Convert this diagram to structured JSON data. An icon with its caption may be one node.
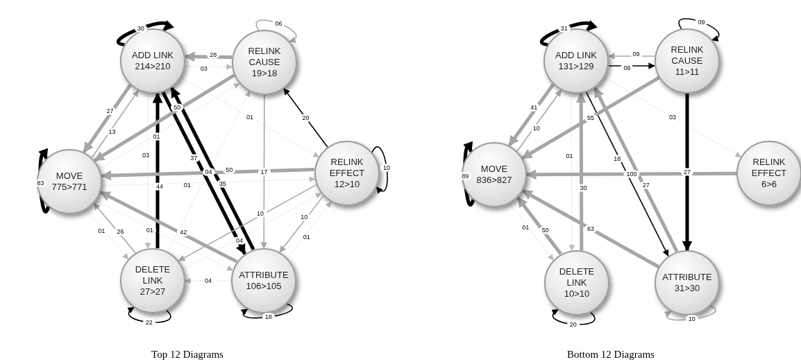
{
  "diagram": {
    "nodes": [
      {
        "text": [
          "ADD LINK",
          "214>210"
        ]
      },
      {
        "text": [
          "RELINK CAUSE",
          "19>18"
        ]
      },
      {
        "text": [
          "MOVE",
          "775>771"
        ]
      },
      {
        "text": [
          "RELINK EFFECT",
          "12>10"
        ]
      },
      {
        "text": [
          "DELETE LINK",
          "27>27"
        ]
      },
      {
        "text": [
          "ATTRIBUTE",
          "106>105"
        ]
      },
      {
        "text": [
          "ADD LINK",
          "131>129"
        ]
      },
      {
        "text": [
          "RELINK CAUSE",
          "11>11"
        ]
      },
      {
        "text": [
          "MOVE",
          "836>827"
        ]
      },
      {
        "text": [
          "RELINK EFFECT",
          "6>6"
        ]
      },
      {
        "text": [
          "DELETE LINK",
          "10>10"
        ]
      },
      {
        "text": [
          "ATTRIBUTE",
          "31>30"
        ]
      }
    ],
    "edges": [
      {
        "from": 0,
        "to": 0,
        "arrow": "to",
        "label": "30",
        "style": "thick",
        "color": "#000000"
      },
      {
        "from": 1,
        "to": 1,
        "arrow": "to",
        "label": "06"
      },
      {
        "from": 0,
        "to": 1,
        "arrow": "to",
        "label": "03",
        "style": "dashed"
      },
      {
        "from": 1,
        "to": 0,
        "arrow": "to",
        "label": "28",
        "style": "thick"
      },
      {
        "from": 2,
        "to": 0,
        "arrow": "to",
        "label": "13"
      },
      {
        "from": 0,
        "to": 2,
        "arrow": "to",
        "label": "27",
        "style": "thick"
      },
      {
        "from": 4,
        "to": 0,
        "arrow": "to",
        "label": "44",
        "style": "thick",
        "color": "#000000"
      },
      {
        "from": 5,
        "to": 0,
        "arrow": "to",
        "label": "35",
        "style": "thick",
        "color": "#000000"
      },
      {
        "from": 0,
        "to": 5,
        "arrow": "to",
        "label": "37",
        "style": "thick",
        "color": "#000000"
      },
      {
        "from": 2,
        "to": 1,
        "arrow": "to",
        "label": "01",
        "style": "dashed"
      },
      {
        "from": 1,
        "to": 2,
        "arrow": "to",
        "label": "50",
        "style": "thick"
      },
      {
        "from": 3,
        "to": 1,
        "arrow": "to",
        "label": "20",
        "color": "#000000"
      },
      {
        "from": 0,
        "to": 3,
        "arrow": "to",
        "label": "01",
        "style": "dashed"
      },
      {
        "from": 4,
        "to": 1,
        "arrow": "to",
        "label": "04",
        "style": "dashed"
      },
      {
        "from": 2,
        "to": 2,
        "arrow": "to",
        "label": "83",
        "style": "thick",
        "color": "#000000"
      },
      {
        "from": 3,
        "to": 2,
        "arrow": "to",
        "label": "50",
        "style": "thick"
      },
      {
        "from": 2,
        "to": 3,
        "arrow": "to",
        "label": "01",
        "style": "dashed"
      },
      {
        "from": 3,
        "to": 3,
        "arrow": "to",
        "label": "10",
        "color": "#000000"
      },
      {
        "from": 1,
        "to": 5,
        "arrow": "to",
        "label": "17"
      },
      {
        "from": 5,
        "to": 2,
        "arrow": "to",
        "label": "42",
        "style": "thick"
      },
      {
        "from": 0,
        "to": 4,
        "arrow": "to",
        "label": "03",
        "style": "dashed"
      },
      {
        "from": 3,
        "to": 4,
        "arrow": "to",
        "label": "10"
      },
      {
        "from": 4,
        "to": 3,
        "arrow": "to",
        "label": "04",
        "style": "dashed"
      },
      {
        "from": 2,
        "to": 5,
        "arrow": "to",
        "label": "01",
        "style": "dashed"
      },
      {
        "from": 2,
        "to": 4,
        "arrow": "to",
        "label": "01",
        "style": "dashed"
      },
      {
        "from": 4,
        "to": 2,
        "arrow": "to",
        "label": "26"
      },
      {
        "from": 5,
        "to": 3,
        "arrow": "to",
        "label": "01",
        "style": "dashed"
      },
      {
        "from": 3,
        "to": 5,
        "arrow": "to",
        "label": "10"
      },
      {
        "from": 5,
        "to": 4,
        "arrow": "to",
        "label": "04",
        "style": "dashed"
      },
      {
        "from": 4,
        "to": 4,
        "arrow": "to",
        "label": "22",
        "color": "#000000"
      },
      {
        "from": 5,
        "to": 5,
        "arrow": "to",
        "label": "18",
        "color": "#000000"
      },
      {
        "from": 6,
        "to": 6,
        "arrow": "to",
        "label": "31",
        "style": "thick",
        "color": "#000000"
      },
      {
        "from": 7,
        "to": 7,
        "arrow": "to",
        "label": "09",
        "color": "#000000"
      },
      {
        "from": 6,
        "to": 7,
        "arrow": "to",
        "label": "06",
        "color": "#000000"
      },
      {
        "from": 7,
        "to": 6,
        "arrow": "to",
        "label": "09"
      },
      {
        "from": 6,
        "to": 9,
        "arrow": "to",
        "label": "03",
        "style": "dashed"
      },
      {
        "from": 8,
        "to": 6,
        "arrow": "to",
        "label": "10"
      },
      {
        "from": 6,
        "to": 8,
        "arrow": "to",
        "label": "41",
        "style": "thick"
      },
      {
        "from": 10,
        "to": 6,
        "arrow": "to",
        "label": "30",
        "style": "thick"
      },
      {
        "from": 11,
        "to": 6,
        "arrow": "to",
        "label": "27",
        "style": "thick"
      },
      {
        "from": 6,
        "to": 11,
        "arrow": "to",
        "label": "18",
        "color": "#000000"
      },
      {
        "from": 7,
        "to": 8,
        "arrow": "to",
        "label": "55",
        "style": "thick"
      },
      {
        "from": 9,
        "to": 8,
        "arrow": "to",
        "label": "100",
        "style": "thick"
      },
      {
        "from": 7,
        "to": 11,
        "arrow": "to",
        "label": "27",
        "style": "thick",
        "color": "#000000"
      },
      {
        "from": 11,
        "to": 8,
        "arrow": "to",
        "label": "63",
        "style": "thick"
      },
      {
        "from": 6,
        "to": 10,
        "arrow": "to",
        "label": "01",
        "style": "dashed"
      },
      {
        "from": 8,
        "to": 10,
        "arrow": "to",
        "label": "01",
        "style": "dashed"
      },
      {
        "from": 10,
        "to": 8,
        "arrow": "to",
        "label": "50",
        "style": "thick"
      },
      {
        "from": 8,
        "to": 8,
        "arrow": "to",
        "label": "89",
        "style": "thick",
        "color": "#000000"
      },
      {
        "from": 10,
        "to": 10,
        "arrow": "to",
        "label": "20",
        "color": "#000000"
      },
      {
        "from": 11,
        "to": 11,
        "arrow": "to",
        "label": "10"
      }
    ],
    "labels": [
      "Top 12 Diagrams",
      "Bottom 12 Diagrams"
    ]
  }
}
